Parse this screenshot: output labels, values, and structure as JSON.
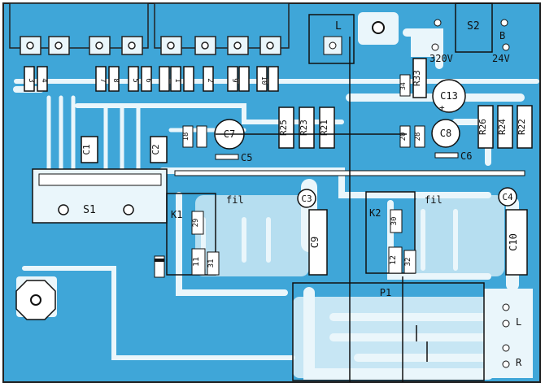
{
  "colors": {
    "board": "#3fa6d8",
    "trace": "#eaf6fb",
    "ink": "#111111",
    "outline": "#222222"
  },
  "labels": {
    "L": "L",
    "S2": "S2",
    "B": "B",
    "v320": "320V",
    "v24": "24V",
    "R33": "R33",
    "C13": "C13",
    "C8": "C8",
    "C6": "C6",
    "R26": "R26",
    "R24": "R24",
    "R22": "R22",
    "R25": "R25",
    "R23": "R23",
    "R21": "R21",
    "C7": "C7",
    "C5": "C5",
    "C1": "C1",
    "C2": "C2",
    "S1": "S1",
    "K1": "K1",
    "K2": "K2",
    "C3": "C3",
    "C4": "C4",
    "C9": "C9",
    "C10": "C10",
    "fil1": "fil",
    "fil2": "fil",
    "P1": "P1",
    "r29": "29",
    "r30": "30",
    "r11": "11",
    "r31": "31",
    "r12": "12",
    "r32": "32",
    "r20": "20",
    "r28": "28",
    "r18": "18",
    "r34": "34",
    "tL": "L",
    "tR": "R",
    "plus": "+"
  },
  "top_resistors": [
    "3",
    "4",
    "7",
    "8",
    "5",
    "6",
    "1",
    "2",
    "9",
    "10"
  ]
}
